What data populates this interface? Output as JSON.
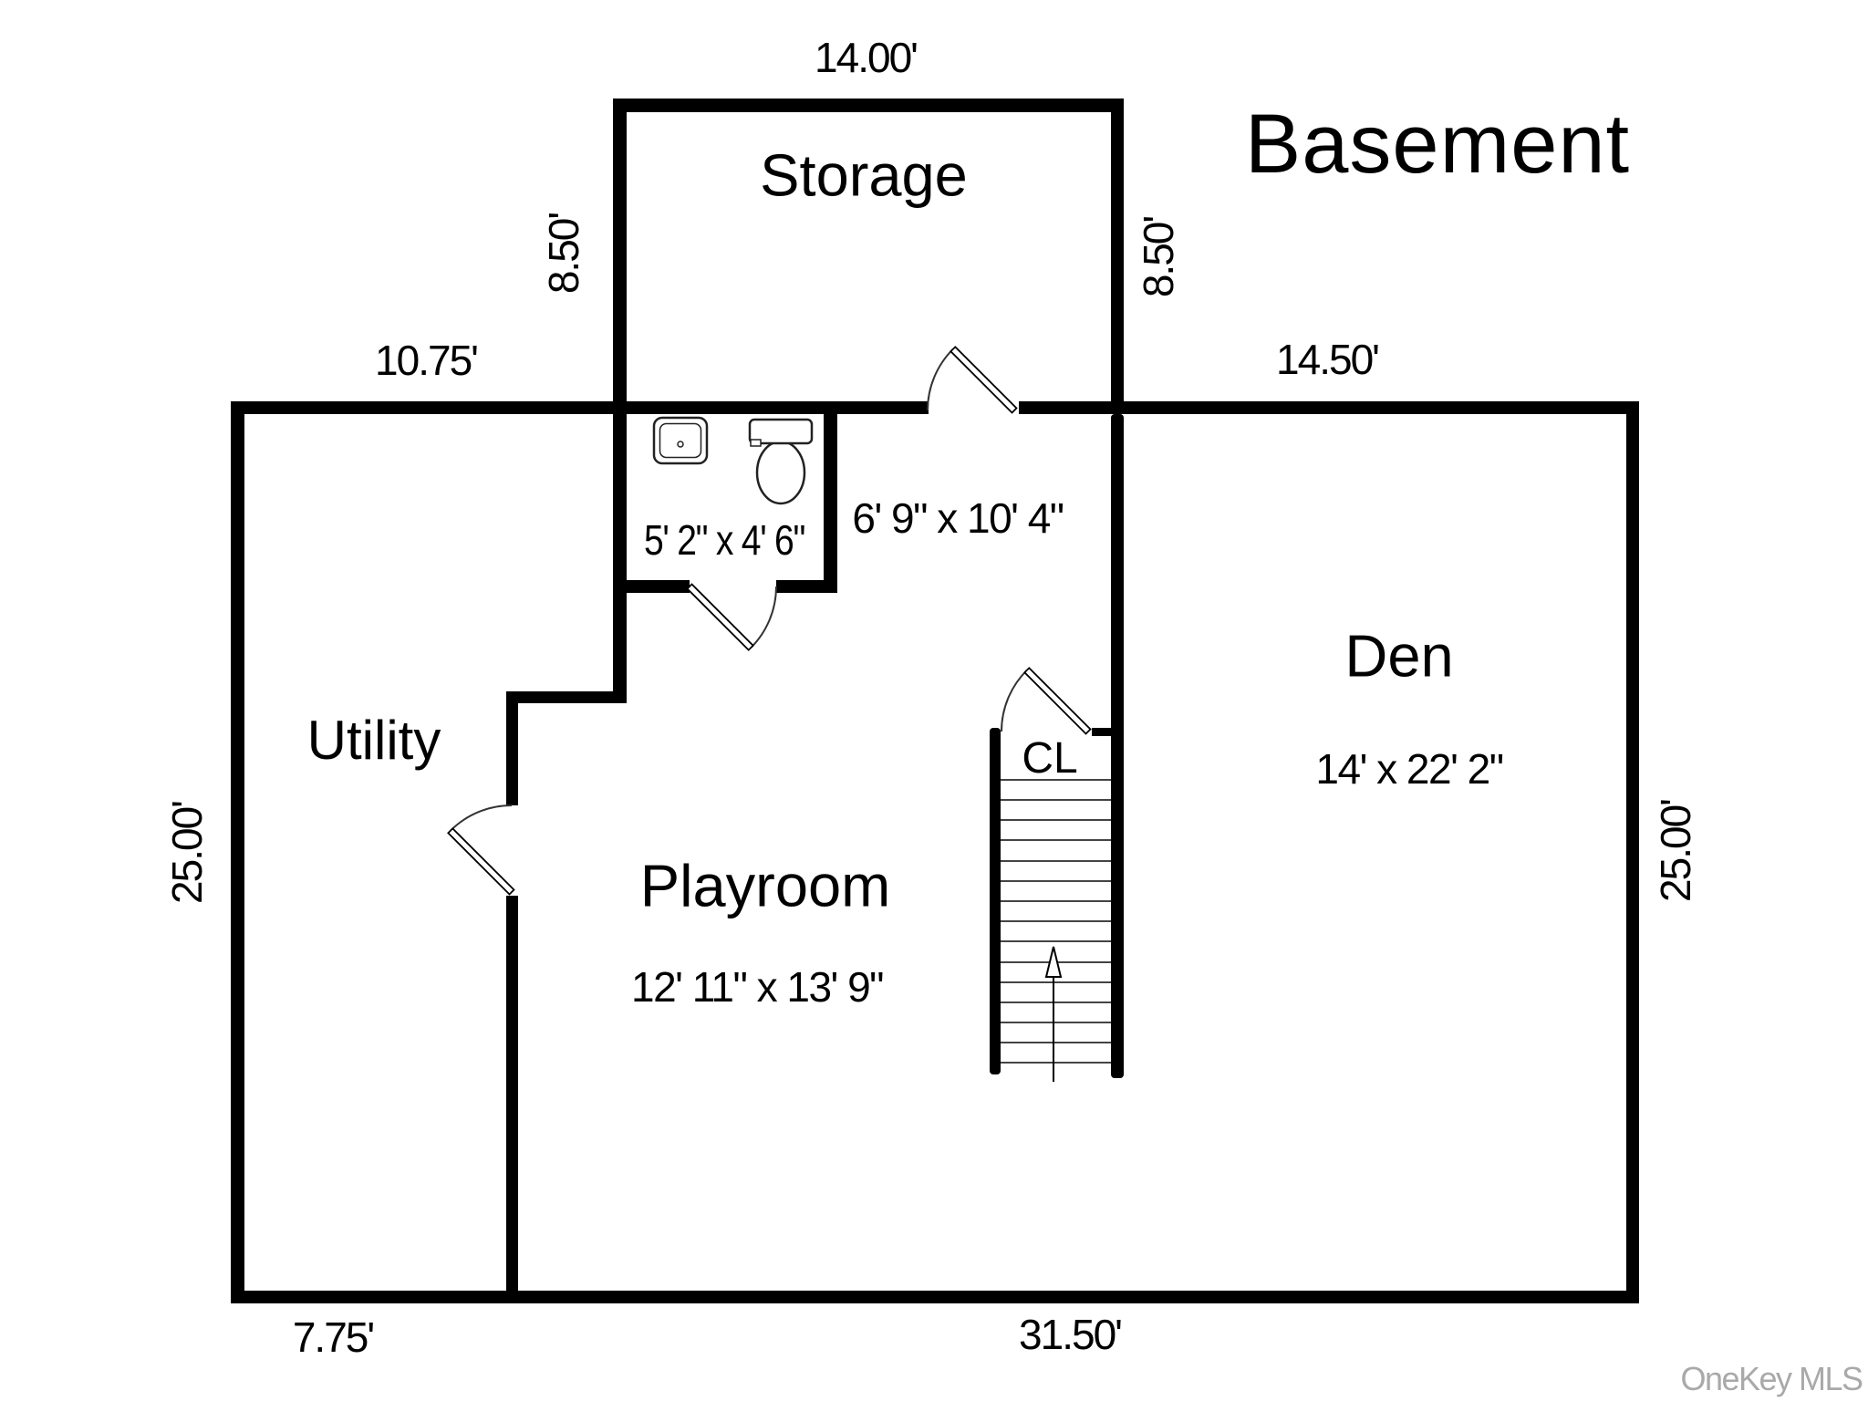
{
  "title": "Basement",
  "watermark": "OneKey MLS",
  "rooms": {
    "storage": {
      "name": "Storage"
    },
    "utility": {
      "name": "Utility"
    },
    "playroom": {
      "name": "Playroom",
      "dims": "12' 11\" x 13' 9\""
    },
    "den": {
      "name": "Den",
      "dims": "14' x 22' 2\""
    },
    "bathroom": {
      "dims": "5' 2\" x 4' 6\""
    },
    "hall": {
      "dims": "6' 9\" x 10' 4\""
    },
    "closet": {
      "label": "CL"
    }
  },
  "dimensions": {
    "storage_width": "14.00'",
    "top_left": "10.75'",
    "top_right": "14.50'",
    "storage_side_left": "8.50'",
    "storage_side_right": "8.50'",
    "left_side": "25.00'",
    "right_side": "25.00'",
    "bottom_left": "7.75'",
    "bottom_main": "31.50'"
  },
  "colors": {
    "wall": "#000000",
    "watermark": "#a9a9a9"
  }
}
